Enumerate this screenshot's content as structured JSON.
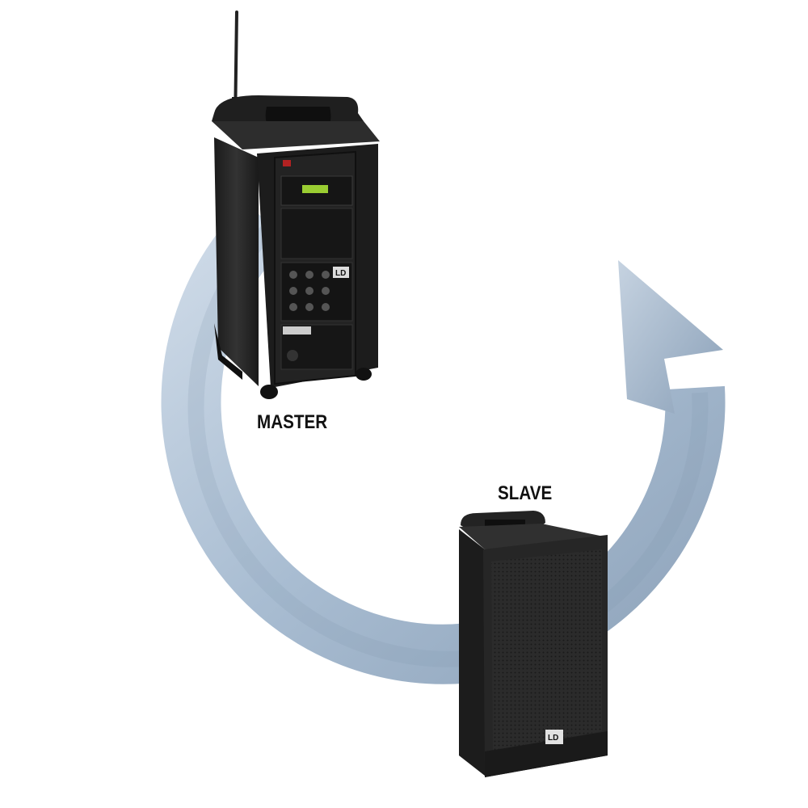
{
  "labels": {
    "master": "MASTER",
    "slave": "SLAVE"
  },
  "devices": {
    "master": {
      "icon": "portable-pa-speaker-with-mixer-icon",
      "badge": "LD"
    },
    "slave": {
      "icon": "passive-speaker-cabinet-icon",
      "badge": "LD"
    }
  },
  "colors": {
    "arrow_light": "#cfdbe8",
    "arrow_mid": "#a9bdd2",
    "arrow_dark": "#7f95ad",
    "speaker_body": "#2a2a2a",
    "speaker_dark": "#141414",
    "label_text": "#111111"
  }
}
